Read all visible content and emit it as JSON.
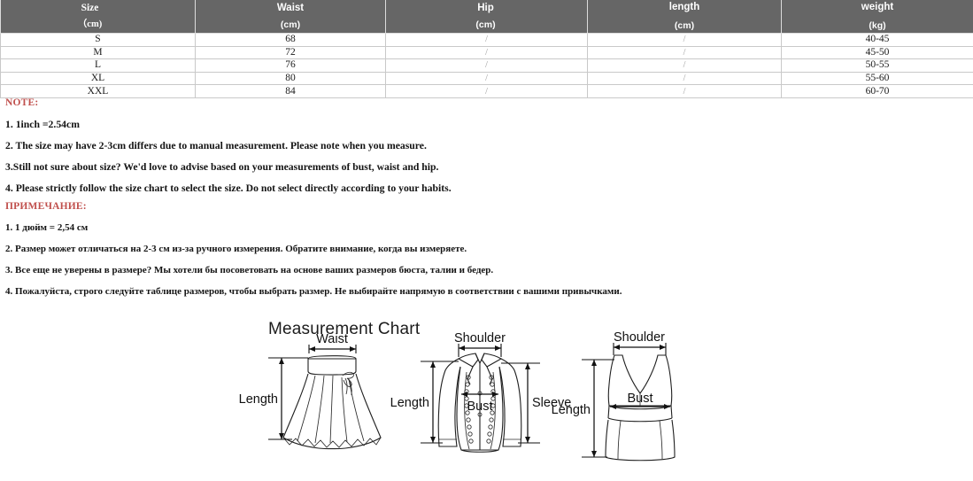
{
  "table": {
    "columns": [
      {
        "key": "size",
        "label": "Size",
        "unit": "（cm)"
      },
      {
        "key": "waist",
        "label": "Waist",
        "unit": "(cm)"
      },
      {
        "key": "hip",
        "label": "Hip",
        "unit": "(cm)"
      },
      {
        "key": "length",
        "label": "length",
        "unit": "(cm)"
      },
      {
        "key": "weight",
        "label": "weight",
        "unit": "(kg)"
      }
    ],
    "rows": [
      {
        "size": "S",
        "waist": "68",
        "hip": "/",
        "length": "/",
        "weight": "40-45"
      },
      {
        "size": "M",
        "waist": "72",
        "hip": "/",
        "length": "/",
        "weight": "45-50"
      },
      {
        "size": "L",
        "waist": "76",
        "hip": "/",
        "length": "/",
        "weight": "50-55"
      },
      {
        "size": "XL",
        "waist": "80",
        "hip": "/",
        "length": "/",
        "weight": "55-60"
      },
      {
        "size": "XXL",
        "waist": "84",
        "hip": "/",
        "length": "/",
        "weight": "60-70"
      }
    ],
    "header_bg": "#666666",
    "header_text": "#ffffff",
    "grid_color": "#c9c9c9"
  },
  "note_en": {
    "heading": "NOTE:",
    "lines": [
      "1. 1inch =2.54cm",
      "2. The size may have 2-3cm differs due to manual measurement. Please note when you measure.",
      "3.Still not sure about size? We'd love to advise based on your measurements of bust, waist and hip.",
      "4. Please strictly follow the size chart to select the size. Do not select directly according to your habits."
    ],
    "heading_color": "#c0504d"
  },
  "note_ru": {
    "heading": "ПРИМЕЧАНИЕ:",
    "lines": [
      "1. 1 дюйм = 2,54 см",
      "2. Размер может отличаться на 2-3 см из-за ручного измерения. Обратите внимание, когда вы измеряете.",
      "3. Все еще не уверены в размере? Мы хотели бы посоветовать на основе ваших размеров бюста, талии и бедер.",
      "4. Пожалуйста, строго следуйте таблице размеров, чтобы выбрать размер. Не выбирайте напрямую в соответствии с вашими привычками."
    ],
    "heading_color": "#c0504d"
  },
  "measurement_chart": {
    "title": "Measurement Chart",
    "garments": [
      {
        "name": "skirt",
        "labels": {
          "top": "Waist",
          "left": "Length"
        }
      },
      {
        "name": "jacket",
        "labels": {
          "top": "Shoulder",
          "left": "Length",
          "center": "Bust",
          "right": "Sleeve"
        }
      },
      {
        "name": "camisole",
        "labels": {
          "top": "Shoulder",
          "left": "Length",
          "center": "Bust"
        }
      }
    ]
  }
}
